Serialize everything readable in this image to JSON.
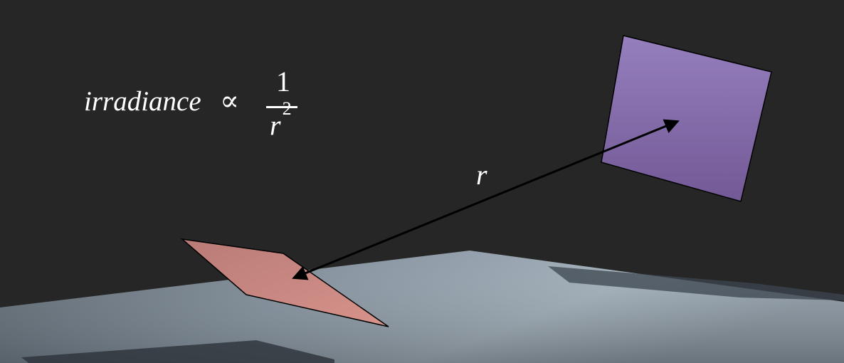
{
  "formula": {
    "lhs": "irradiance",
    "relation": "∝",
    "numerator": "1",
    "denominator_base": "r",
    "denominator_exponent": "2"
  },
  "distance_label": "r",
  "colors": {
    "background": "#262626",
    "floor": "#8a9aa6",
    "receiver_patch": "#c8847e",
    "emitter_patch": "#8a72ad",
    "arrow": "#000000",
    "text": "#ffffff"
  }
}
